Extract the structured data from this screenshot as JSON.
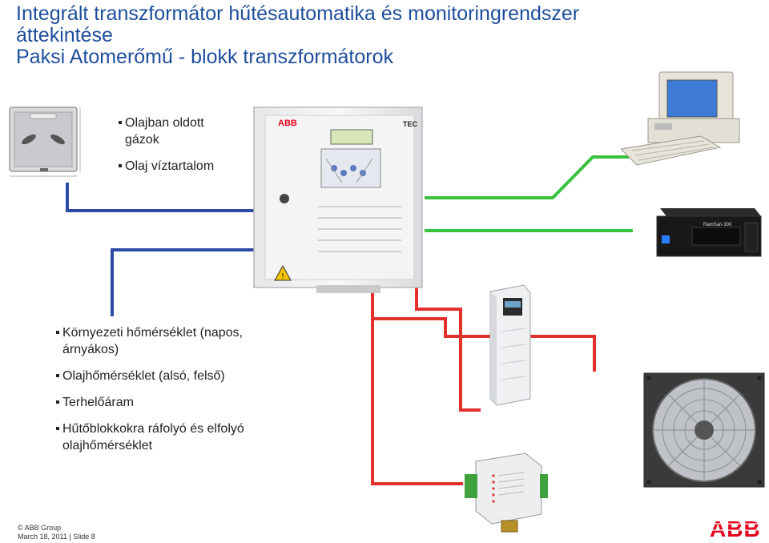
{
  "title": {
    "line1": "Integrált transzformátor hűtésautomatika és monitoringrendszer",
    "line2": "áttekintése",
    "line3": "Paksi Atomerőmű - blokk transzformátorok"
  },
  "top_bullets": [
    {
      "text": "Olajban oldott gázok"
    },
    {
      "text": "Olaj víztartalom"
    }
  ],
  "bottom_bullets": [
    {
      "text": "Környezeti hőmérséklet (napos, árnyákos)"
    },
    {
      "text": "Olajhőmérséklet (alsó, felső)"
    },
    {
      "text": "Terhelőáram"
    },
    {
      "text": "Hűtőblokkokra ráfolyó és elfolyó olajhőmérséklet"
    }
  ],
  "cabinet": {
    "brand": "ABB",
    "tag": "TEC"
  },
  "server": {
    "label": "RamSan-300"
  },
  "footer": {
    "copyright": "© ABB Group",
    "date": "March 18, 2011",
    "slide": "Slide 8"
  },
  "logo": "ABB",
  "colors": {
    "title": "#1e4e9c",
    "blue_wire": "#2c4ba3",
    "green_wire": "#3ac23c",
    "red_wire": "#e2312c",
    "abb_red": "#e2001a"
  }
}
